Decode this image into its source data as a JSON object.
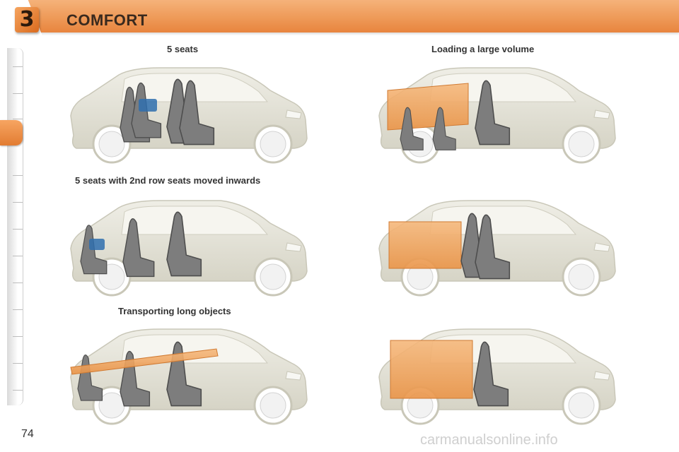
{
  "header": {
    "chapter_number": "3",
    "title": "COMFORT"
  },
  "captions": {
    "five_seats": "5 seats",
    "loading_large_volume": "Loading a large volume",
    "second_row_inwards": "5 seats with 2nd row seats moved inwards",
    "long_objects": "Transporting long objects"
  },
  "page_number": "74",
  "watermark": "carmanualsonline.info",
  "colors": {
    "accent": "#e8843e",
    "cargo": "#f0a865",
    "car_body": "#e6e4d8"
  }
}
